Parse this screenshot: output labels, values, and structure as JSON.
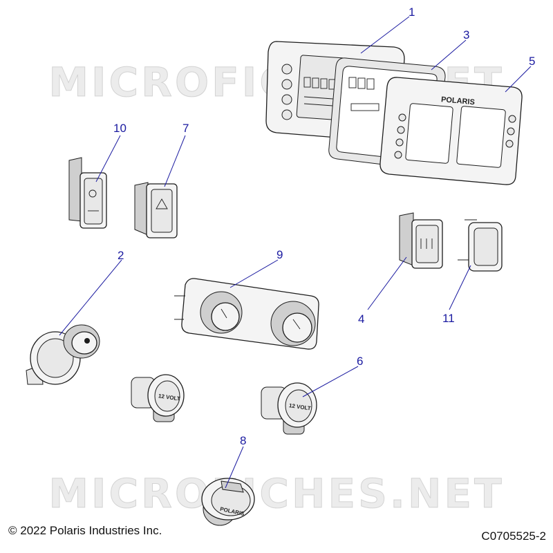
{
  "watermark": "MICROFICHES.NET",
  "copyright": "© 2022 Polaris Industries Inc.",
  "figure_code": "C0705525-2",
  "brand_label": "POLARIS",
  "volt_label": "12 VOLT",
  "callouts": [
    "1",
    "2",
    "3",
    "4",
    "5",
    "6",
    "7",
    "8",
    "9",
    "10",
    "11"
  ],
  "colors": {
    "callout": "#1a1aa0",
    "line_art": "#1c1c1c"
  }
}
